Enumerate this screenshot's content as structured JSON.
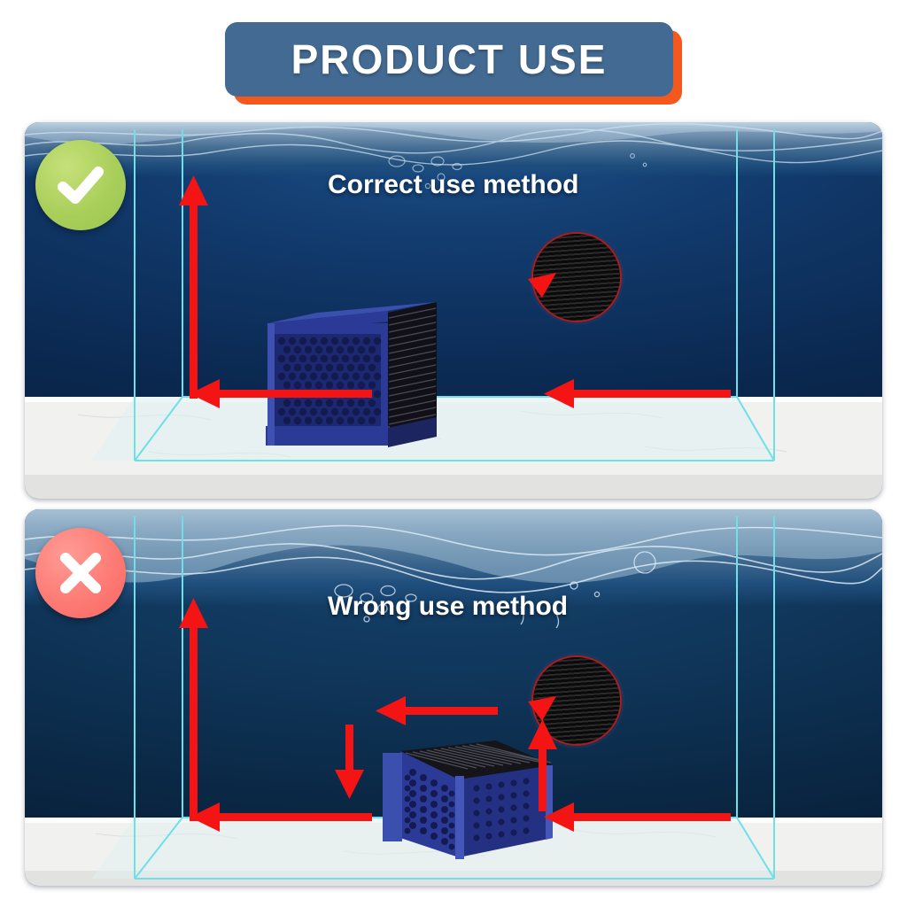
{
  "header": {
    "title": "PRODUCT USE",
    "brand_color": "#436a92",
    "accent_color": "#f4581c"
  },
  "colors": {
    "arrow": "#f51414",
    "glass": "#6fe0e8",
    "water_deep": "#0b2a53",
    "ok_badge": "#a9cf5a",
    "no_badge": "#fd7b75",
    "device_blue": "#28398c",
    "sponge_dark": "#16161c"
  },
  "panels": [
    {
      "id": "correct",
      "title": "Correct use method",
      "status_icon": "check-icon",
      "status_label": "correct",
      "device_orientation": "upright",
      "callout_label": "sponge-texture-zoom"
    },
    {
      "id": "wrong",
      "title": "Wrong use method",
      "status_icon": "cross-icon",
      "status_label": "wrong",
      "device_orientation": "laid-flat",
      "callout_label": "sponge-texture-zoom"
    }
  ],
  "flow_arrows": {
    "correct": [
      {
        "name": "outlet-up-arrow",
        "direction": "up"
      },
      {
        "name": "intake-left-arrow-near",
        "direction": "left"
      },
      {
        "name": "intake-left-arrow-far",
        "direction": "left"
      }
    ],
    "wrong": [
      {
        "name": "outlet-up-arrow",
        "direction": "up"
      },
      {
        "name": "top-left-arrow",
        "direction": "left"
      },
      {
        "name": "blocked-down-arrow",
        "direction": "down"
      },
      {
        "name": "side-up-arrow",
        "direction": "up"
      },
      {
        "name": "intake-left-arrow-near",
        "direction": "left"
      },
      {
        "name": "intake-left-arrow-far",
        "direction": "left"
      }
    ]
  }
}
